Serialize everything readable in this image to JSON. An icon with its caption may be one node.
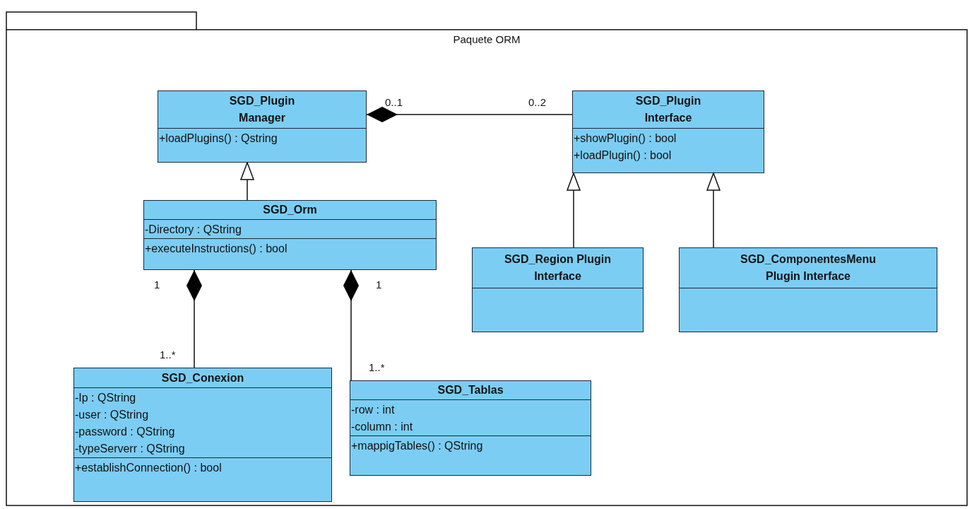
{
  "diagram": {
    "nodes": [
      {
        "text": [
          "Paquete ORM"
        ]
      },
      {
        "text": [
          "SGD_Plugin Manager",
          "+loadPlugins() : Qstring"
        ],
        "in": 0
      },
      {
        "text": [
          "SGD_Plugin Interface",
          "+showPlugin() : bool",
          "+loadPlugin() : bool"
        ],
        "in": 0
      },
      {
        "text": [
          "SGD_Orm",
          "-Directory : QString",
          "+executeInstructions() : bool"
        ],
        "in": 0
      },
      {
        "text": [
          "SGD_Region Plugin Interface"
        ],
        "in": 0
      },
      {
        "text": [
          "SGD_ComponentesMenu Plugin Interface"
        ],
        "in": 0
      },
      {
        "text": [
          "SGD_Conexion",
          "-Ip : QString",
          "-user : QString",
          "-password : QString",
          "-typeServerr : QString",
          "+establishConnection() : bool"
        ],
        "in": 0
      },
      {
        "text": [
          "SGD_Tablas",
          "-row : int",
          "-column : int",
          "+mappigTables() : QString"
        ],
        "in": 0
      }
    ],
    "edges": [
      {
        "from": 2,
        "to": 1,
        "arrow": "other"
      },
      {
        "from": 3,
        "to": 1,
        "arrow": "to"
      },
      {
        "from": 4,
        "to": 2,
        "arrow": "to"
      },
      {
        "from": 5,
        "to": 2,
        "arrow": "to"
      },
      {
        "from": 6,
        "to": 3,
        "arrow": "other"
      },
      {
        "from": 7,
        "to": 3,
        "arrow": "other"
      }
    ],
    "labels": [
      "0..1",
      "0..2",
      "1",
      "1",
      "1..*",
      "1..*"
    ]
  }
}
